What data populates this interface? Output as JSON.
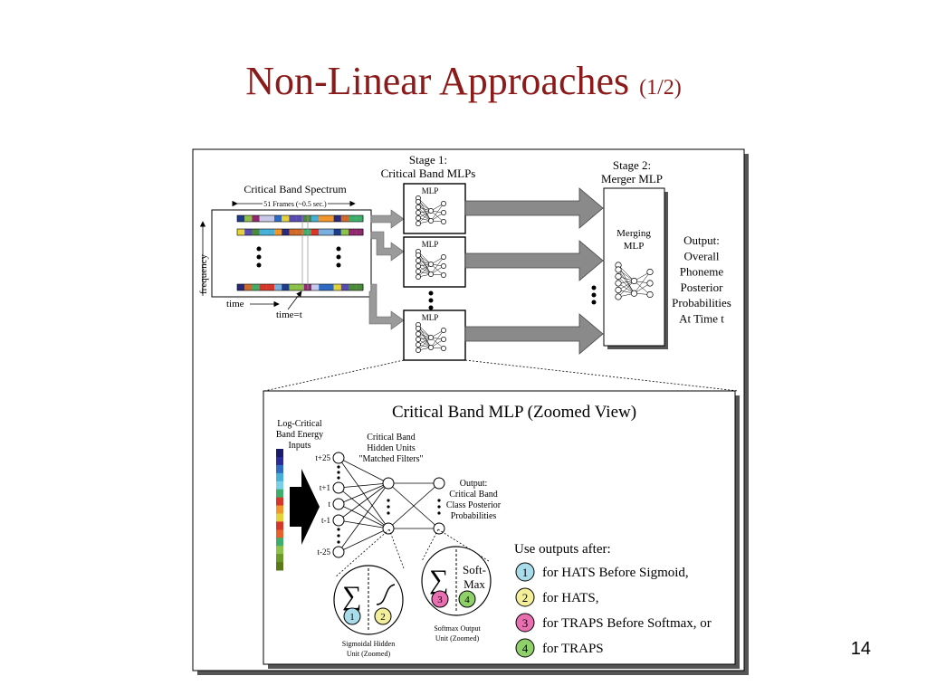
{
  "slide": {
    "title": "Non-Linear Approaches",
    "title_suffix": "(1/2)",
    "page_number": "14"
  },
  "figure": {
    "stage1_line1": "Stage 1:",
    "stage1_line2": "Critical Band MLPs",
    "stage2_line1": "Stage 2:",
    "stage2_line2": "Merger MLP",
    "spectrum_title": "Critical Band Spectrum",
    "frames_label": "51 Frames (~0.5 sec.)",
    "frequency_label": "frequency",
    "time_label": "time",
    "time_t_label": "time=t",
    "mlp_label": "MLP",
    "merging_line1": "Merging",
    "merging_line2": "MLP",
    "output_lines": [
      "Output:",
      "Overall",
      "Phoneme",
      "Posterior",
      "Probabilities",
      "At Time t"
    ],
    "zoom_title": "Critical Band MLP (Zoomed View)",
    "inputs_lines": [
      "Log-Critical",
      "Band Energy",
      "Inputs"
    ],
    "hidden_lines": [
      "Critical Band",
      "Hidden Units",
      "\"Matched Filters\""
    ],
    "zoom_output_lines": [
      "Output:",
      "Critical Band",
      "Class Posterior",
      "Probabilities"
    ],
    "time_taps": [
      "t+25",
      "t+1",
      "t",
      "t-1",
      "t-25"
    ],
    "sigmoid_caption": [
      "Sigmoidal Hidden",
      "Unit (Zoomed)"
    ],
    "softmax_caption": [
      "Softmax Output",
      "Unit (Zoomed)"
    ],
    "softmax_text": [
      "Soft-",
      "Max"
    ],
    "sum_symbol": "∑",
    "use_outputs_title": "Use outputs after:",
    "use_outputs": [
      {
        "num": "1",
        "text": "for HATS Before Sigmoid,",
        "color": "#a8dcea"
      },
      {
        "num": "2",
        "text": "for HATS,",
        "color": "#f2ee9a"
      },
      {
        "num": "3",
        "text": "for TRAPS Before Softmax, or",
        "color": "#e86fb0"
      },
      {
        "num": "4",
        "text": "for TRAPS",
        "color": "#8fd06a"
      }
    ]
  }
}
